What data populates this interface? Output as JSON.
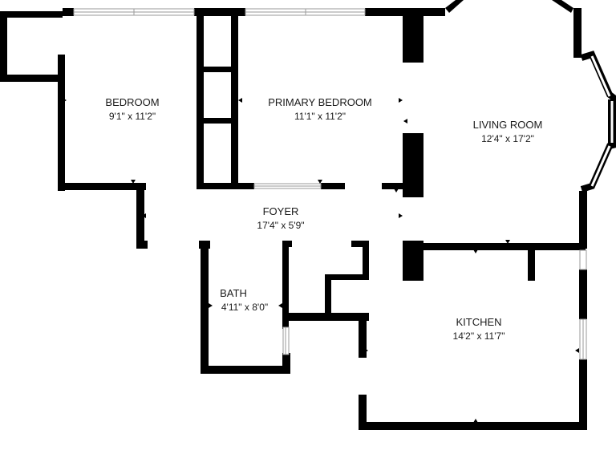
{
  "floorplan": {
    "rooms": [
      {
        "id": "bedroom",
        "name": "BEDROOM",
        "dimensions": "9'1\" x 11'2\""
      },
      {
        "id": "primary-bedroom",
        "name": "PRIMARY BEDROOM",
        "dimensions": "11'1\" x 11'2\""
      },
      {
        "id": "living-room",
        "name": "LIVING ROOM",
        "dimensions": "12'4\" x 17'2\""
      },
      {
        "id": "foyer",
        "name": "FOYER",
        "dimensions": "17'4\" x 5'9\""
      },
      {
        "id": "bath",
        "name": "BATH",
        "dimensions": "4'11\" x 8'0\""
      },
      {
        "id": "kitchen",
        "name": "KITCHEN",
        "dimensions": "14'2\" x 11'7\""
      }
    ],
    "colors": {
      "wall": "#000000",
      "background": "#ffffff",
      "window": "#9a9a9a"
    }
  }
}
